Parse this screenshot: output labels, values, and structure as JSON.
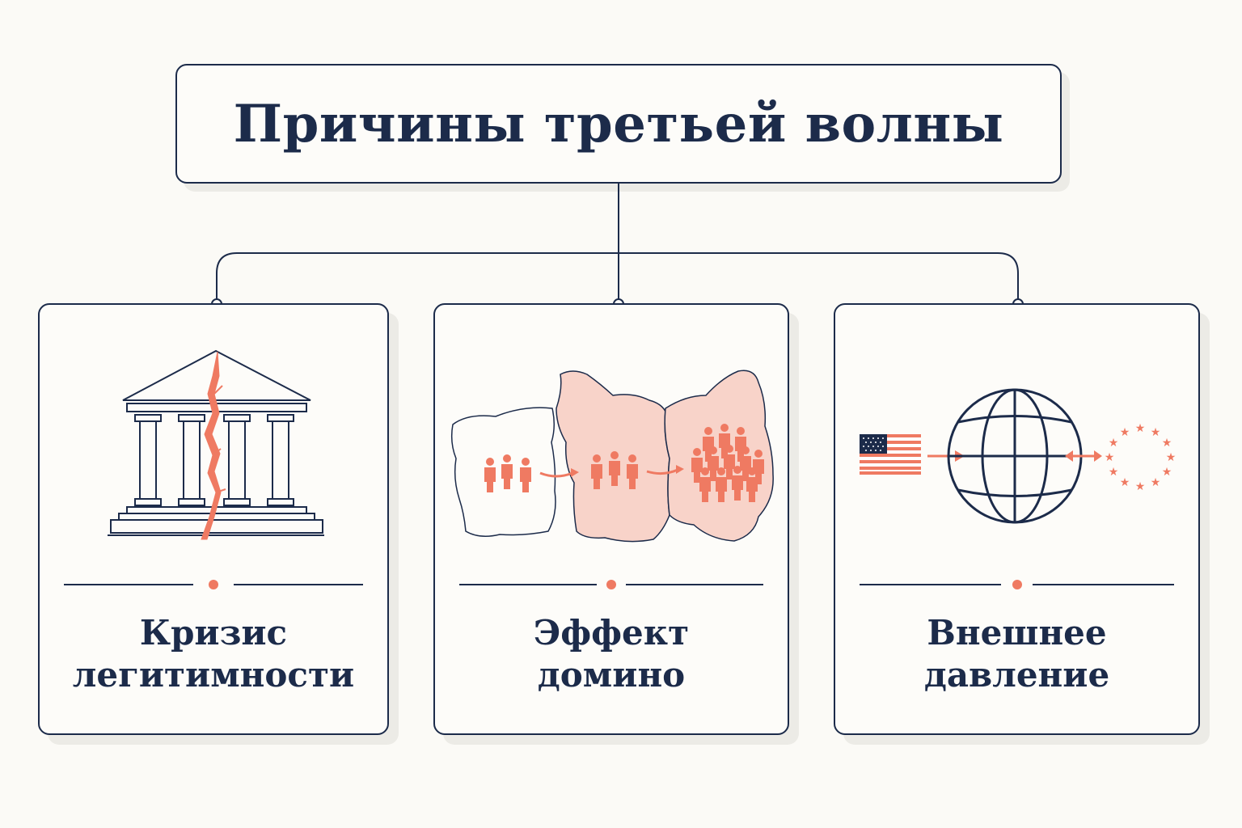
{
  "title": "Причины третьей волны",
  "cards": [
    {
      "line1": "Кризис",
      "line2": "легитимности",
      "icon": "cracked-temple-icon"
    },
    {
      "line1": "Эффект",
      "line2": "домино",
      "icon": "spreading-crowds-map-icon"
    },
    {
      "line1": "Внешнее",
      "line2": "давление",
      "icon": "globe-with-flags-icon"
    }
  ],
  "colors": {
    "navy": "#1c2b4a",
    "accent": "#ef7a62",
    "accent_fill": "#f8d3c9",
    "background": "#fbfaf6"
  }
}
